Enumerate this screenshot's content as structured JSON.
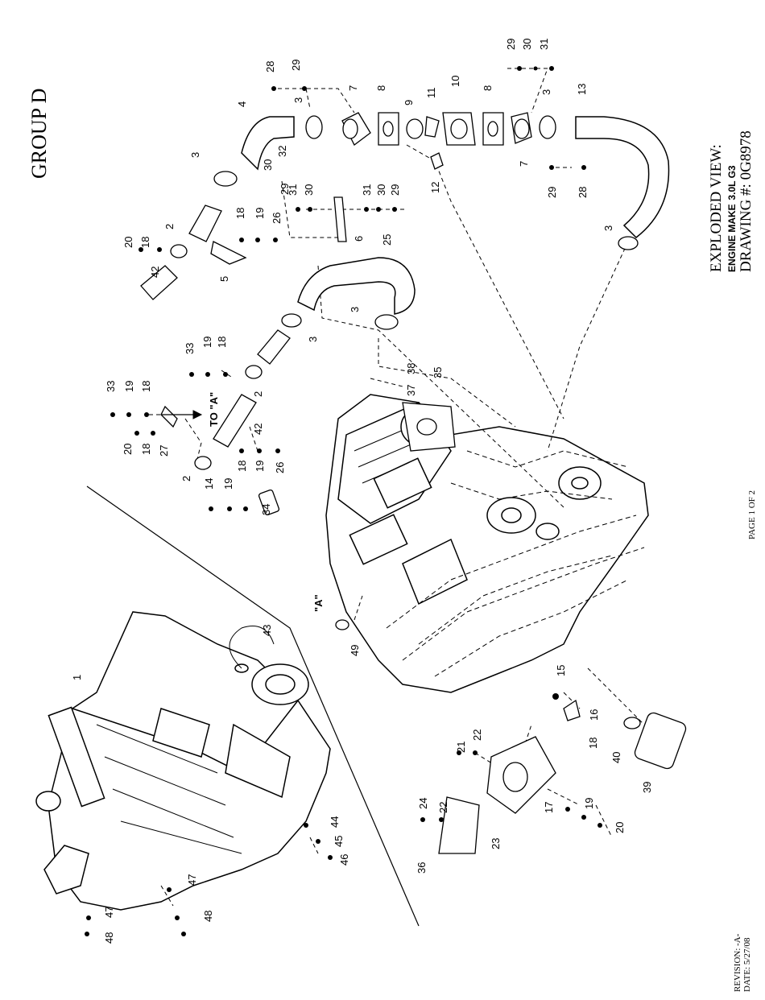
{
  "group_title": "GROUP D",
  "view_title": "EXPLODED VIEW:",
  "engine_line_prefix": "ENGINE MAKE",
  "engine_make": "3.0L G3",
  "drawing_line": "DRAWING #: 0G8978",
  "page": "PAGE 1 OF 2",
  "revision": "REVISION: -A-",
  "date": "DATE:  5/27/08",
  "tags": {
    "to_a": "TO \"A\"",
    "a": "\"A\""
  },
  "callouts": {
    "c1": "1",
    "c2a": "2",
    "c2b": "2",
    "c2c": "2",
    "c3a": "3",
    "c3b": "3",
    "c3c": "3",
    "c3d": "3",
    "c3e": "3",
    "c4": "4",
    "c5": "5",
    "c6": "6",
    "c7a": "7",
    "c7b": "7",
    "c8a": "8",
    "c8b": "8",
    "c9": "9",
    "c10": "10",
    "c11": "11",
    "c12": "12",
    "c13": "13",
    "c14": "14",
    "c15": "15",
    "c16": "16",
    "c17": "17",
    "c18a": "18",
    "c18b": "18",
    "c18c": "18",
    "c18d": "18",
    "c18e": "18",
    "c18f": "18",
    "c18g": "18",
    "c19a": "19",
    "c19b": "19",
    "c19c": "19",
    "c19d": "19",
    "c19e": "19",
    "c19f": "19",
    "c20a": "20",
    "c20b": "20",
    "c20c": "20",
    "c21": "21",
    "c22a": "22",
    "c22b": "22",
    "c23": "23",
    "c24": "24",
    "c25": "25",
    "c26a": "26",
    "c26b": "26",
    "c27": "27",
    "c28a": "28",
    "c28b": "28",
    "c29a": "29",
    "c29b": "29",
    "c29c": "29",
    "c29d": "29",
    "c29e": "29",
    "c30a": "30",
    "c30b": "30",
    "c30c": "30",
    "c30d": "30",
    "c31a": "31",
    "c31b": "31",
    "c31c": "31",
    "c32": "32",
    "c33a": "33",
    "c33b": "33",
    "c34": "34",
    "c35": "35",
    "c36": "36",
    "c37": "37",
    "c38": "38",
    "c39": "39",
    "c40": "40",
    "c42a": "42",
    "c42b": "42",
    "c43": "43",
    "c44": "44",
    "c45": "45",
    "c46": "46",
    "c47a": "47",
    "c47b": "47",
    "c48a": "48",
    "c48b": "48",
    "c49": "49"
  }
}
